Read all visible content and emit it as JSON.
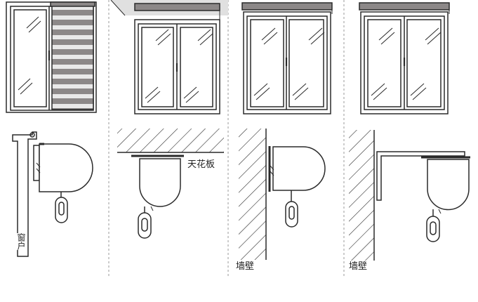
{
  "panels": [
    {
      "id": "window-frame-mount",
      "label": "窗户",
      "blind_style": "zebra"
    },
    {
      "id": "ceiling-mount",
      "label": "天花板",
      "blind_style": "rolled"
    },
    {
      "id": "wall-mount",
      "label": "墙壁",
      "blind_style": "rolled"
    },
    {
      "id": "wall-bracket-mount",
      "label": "墙壁",
      "blind_style": "rolled"
    }
  ],
  "colors": {
    "line": "#2a2a2a",
    "blind_dark": "#8c8888",
    "blind_light": "#e9e9e9",
    "divider": "#9a9a9a",
    "ceiling_shade": "#e0e0e0"
  },
  "icons": [
    "window-icon",
    "roller-blind-icon",
    "pull-cord-icon",
    "mount-bracket-icon",
    "hatch-surface-icon"
  ]
}
